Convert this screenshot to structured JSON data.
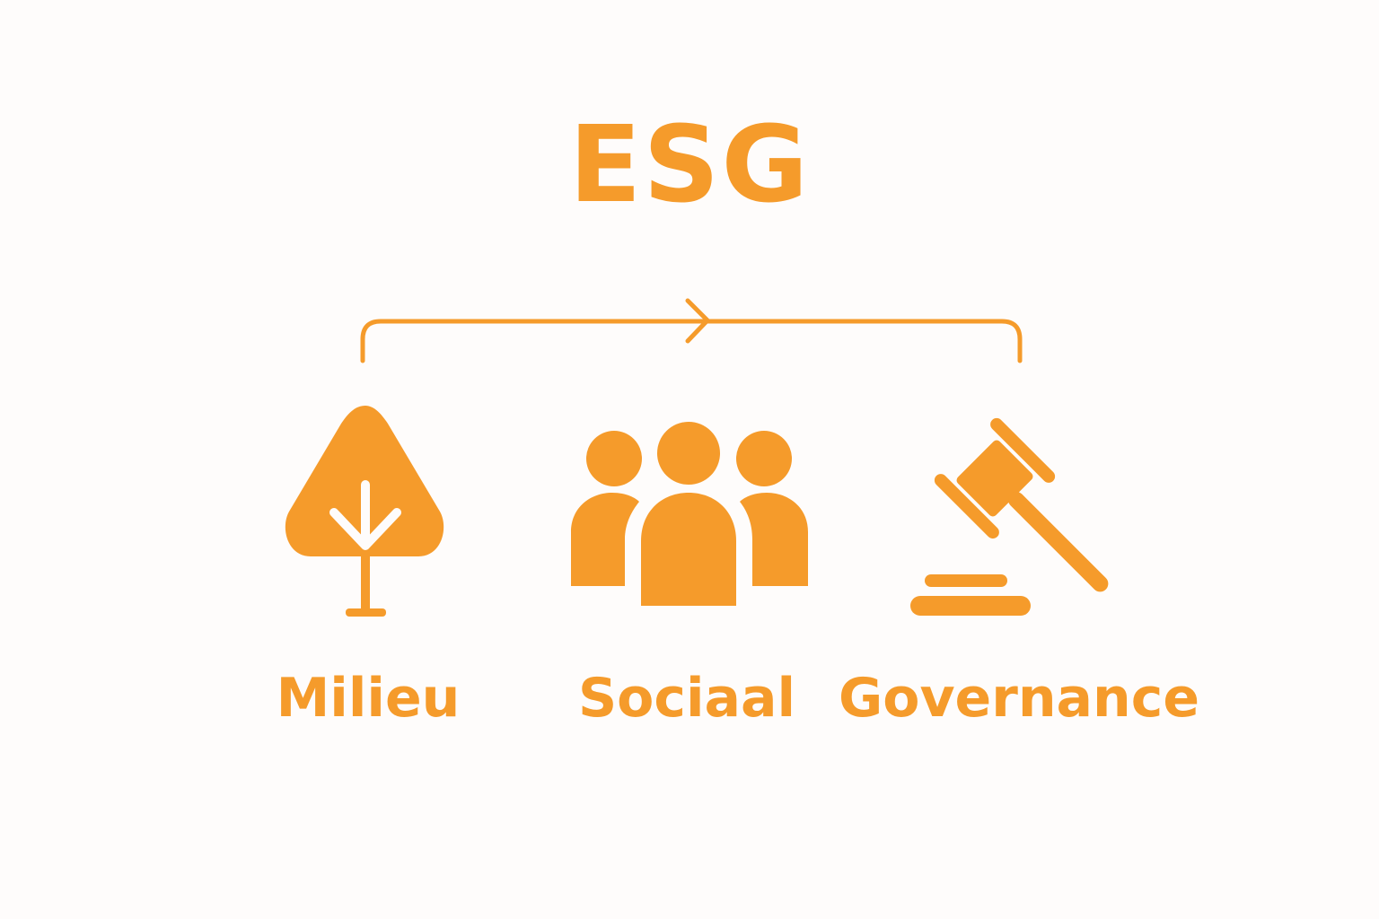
{
  "colors": {
    "accent": "#f59b2b",
    "background": "#fefcfb"
  },
  "title": "ESG",
  "pillars": [
    {
      "label": "Milieu",
      "icon": "tree-icon"
    },
    {
      "label": "Sociaal",
      "icon": "people-group-icon"
    },
    {
      "label": "Governance",
      "icon": "gavel-icon"
    }
  ],
  "connector": {
    "icon": "arrow-right-icon"
  }
}
